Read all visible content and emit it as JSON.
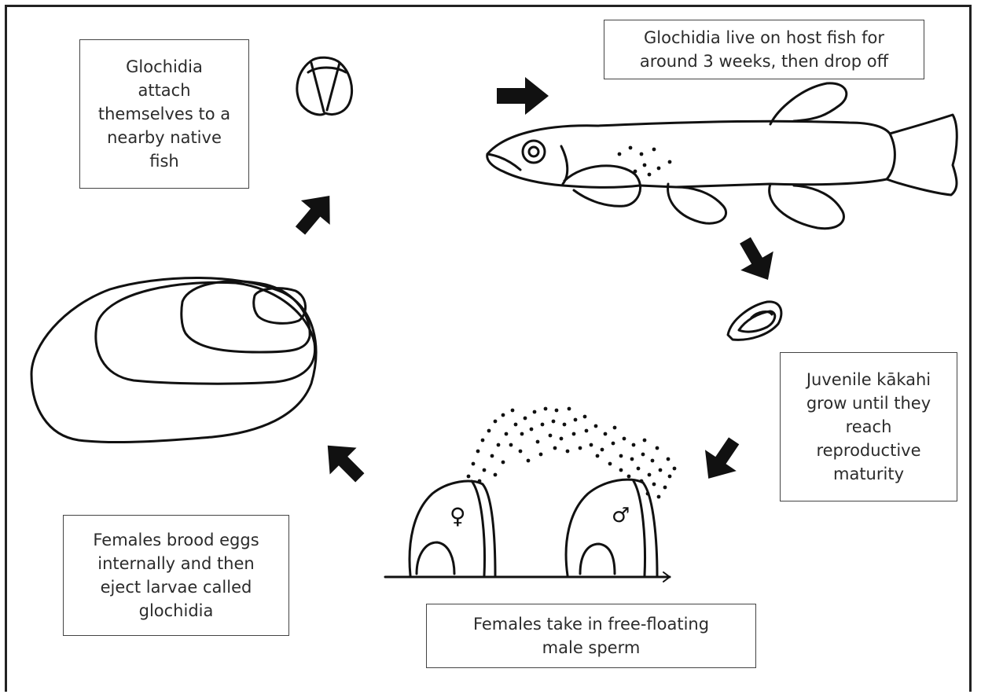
{
  "diagram": {
    "colors": {
      "ink": "#111111",
      "text": "#2b2b2b",
      "background": "#ffffff"
    },
    "labels": {
      "attach": [
        "Glochidia",
        "attach",
        "themselves to a",
        "nearby native",
        "fish"
      ],
      "host": [
        "Glochidia live on host fish for",
        "around 3 weeks, then drop off"
      ],
      "juvenile": [
        "Juvenile kākahi",
        "grow until they",
        "reach",
        "reproductive",
        "maturity"
      ],
      "sperm": [
        "Females take in free-floating",
        "male sperm"
      ],
      "brood": [
        "Females brood eggs",
        "internally and then",
        "eject larvae called",
        "glochidia"
      ]
    },
    "symbols": {
      "female": "♀",
      "male": "♂"
    },
    "icons": [
      "glochidium-icon",
      "fish-icon",
      "juvenile-mussel-icon",
      "adult-mussel-icon",
      "spawning-mussels-icon",
      "cycle-arrow-icon"
    ]
  }
}
